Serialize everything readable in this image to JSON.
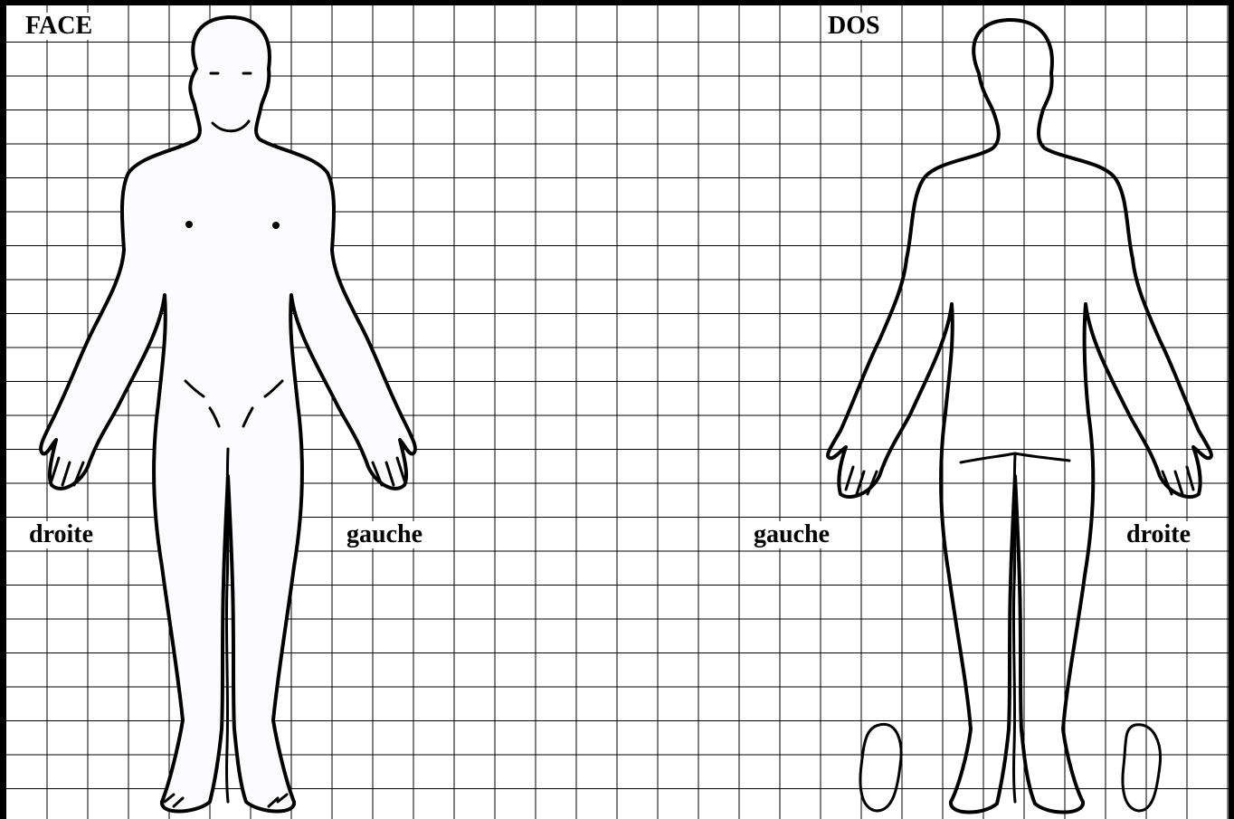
{
  "labels": {
    "face": "FACE",
    "dos": "DOS",
    "face_right": "droite",
    "face_left": "gauche",
    "dos_left": "gauche",
    "dos_right": "droite"
  },
  "colors": {
    "grid_line": "#000000",
    "outline": "#000000",
    "background": "#ffffff"
  }
}
